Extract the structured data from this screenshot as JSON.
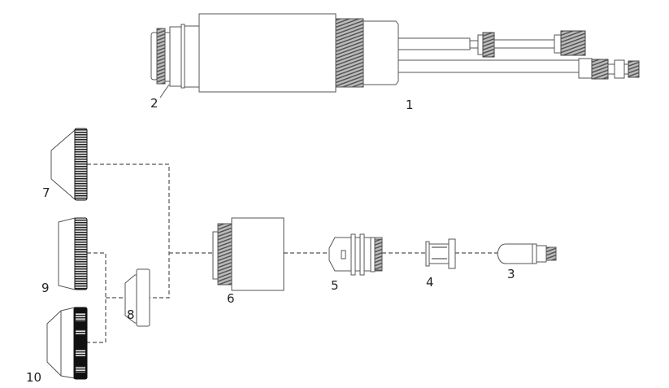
{
  "labels": {
    "p1": "1",
    "p2": "2",
    "p3": "3",
    "p4": "4",
    "p5": "5",
    "p6": "6",
    "p7": "7",
    "p8": "8",
    "p9": "9",
    "p10": "10"
  },
  "colors": {
    "line": "#555555",
    "knurl": "#777777"
  }
}
